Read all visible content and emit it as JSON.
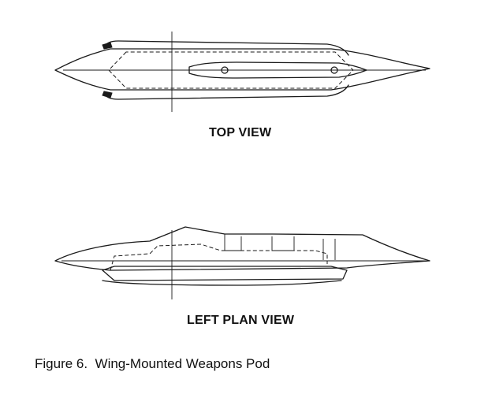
{
  "views": {
    "top": {
      "label": "TOP VIEW"
    },
    "left": {
      "label": "LEFT PLAN VIEW"
    }
  },
  "caption": "Figure 6.  Wing-Mounted Weapons Pod"
}
